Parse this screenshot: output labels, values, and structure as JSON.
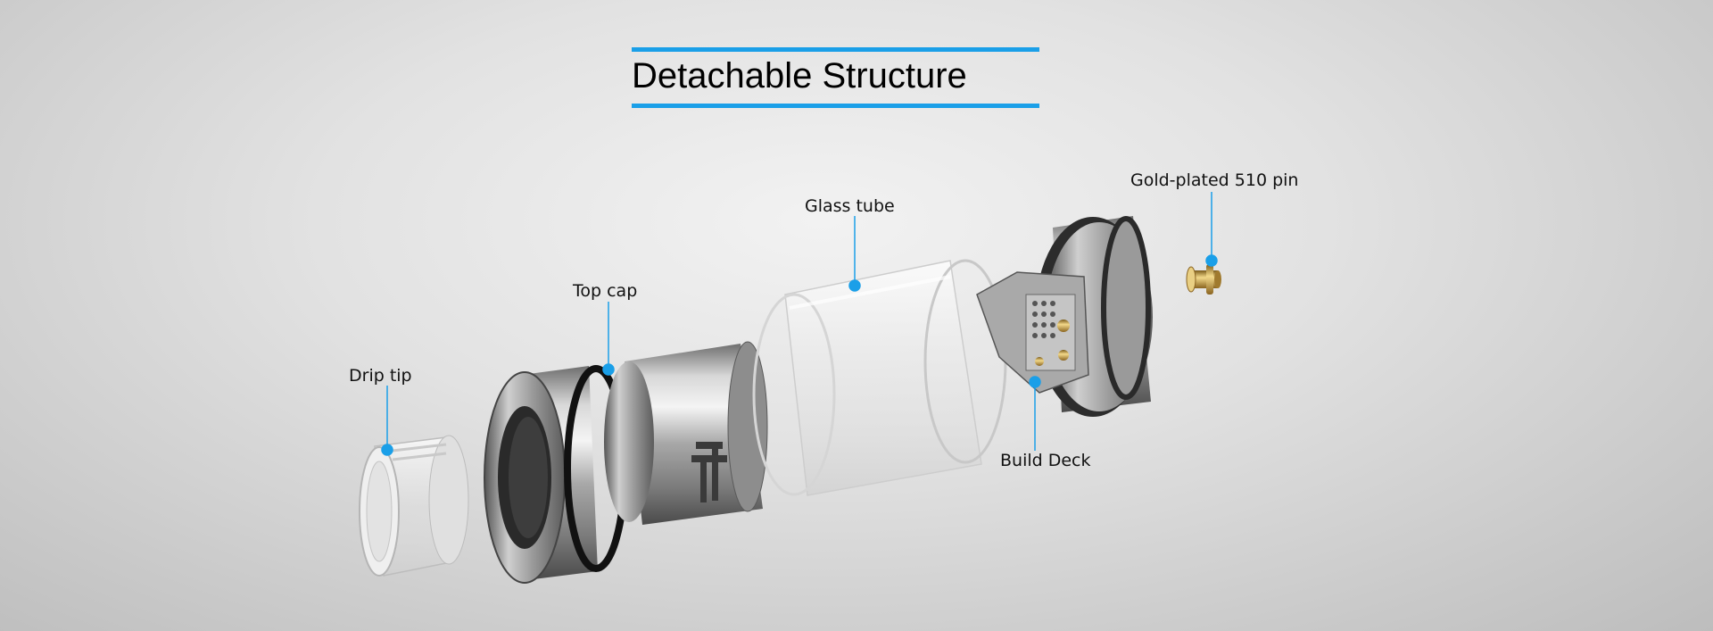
{
  "title": "Detachable Structure",
  "accent_color": "#1a9fe8",
  "callouts": {
    "drip_tip": "Drip tip",
    "top_cap": "Top cap",
    "glass_tube": "Glass tube",
    "build_deck": "Build Deck",
    "pin": "Gold-plated 510 pin"
  },
  "logo_text": "TF"
}
